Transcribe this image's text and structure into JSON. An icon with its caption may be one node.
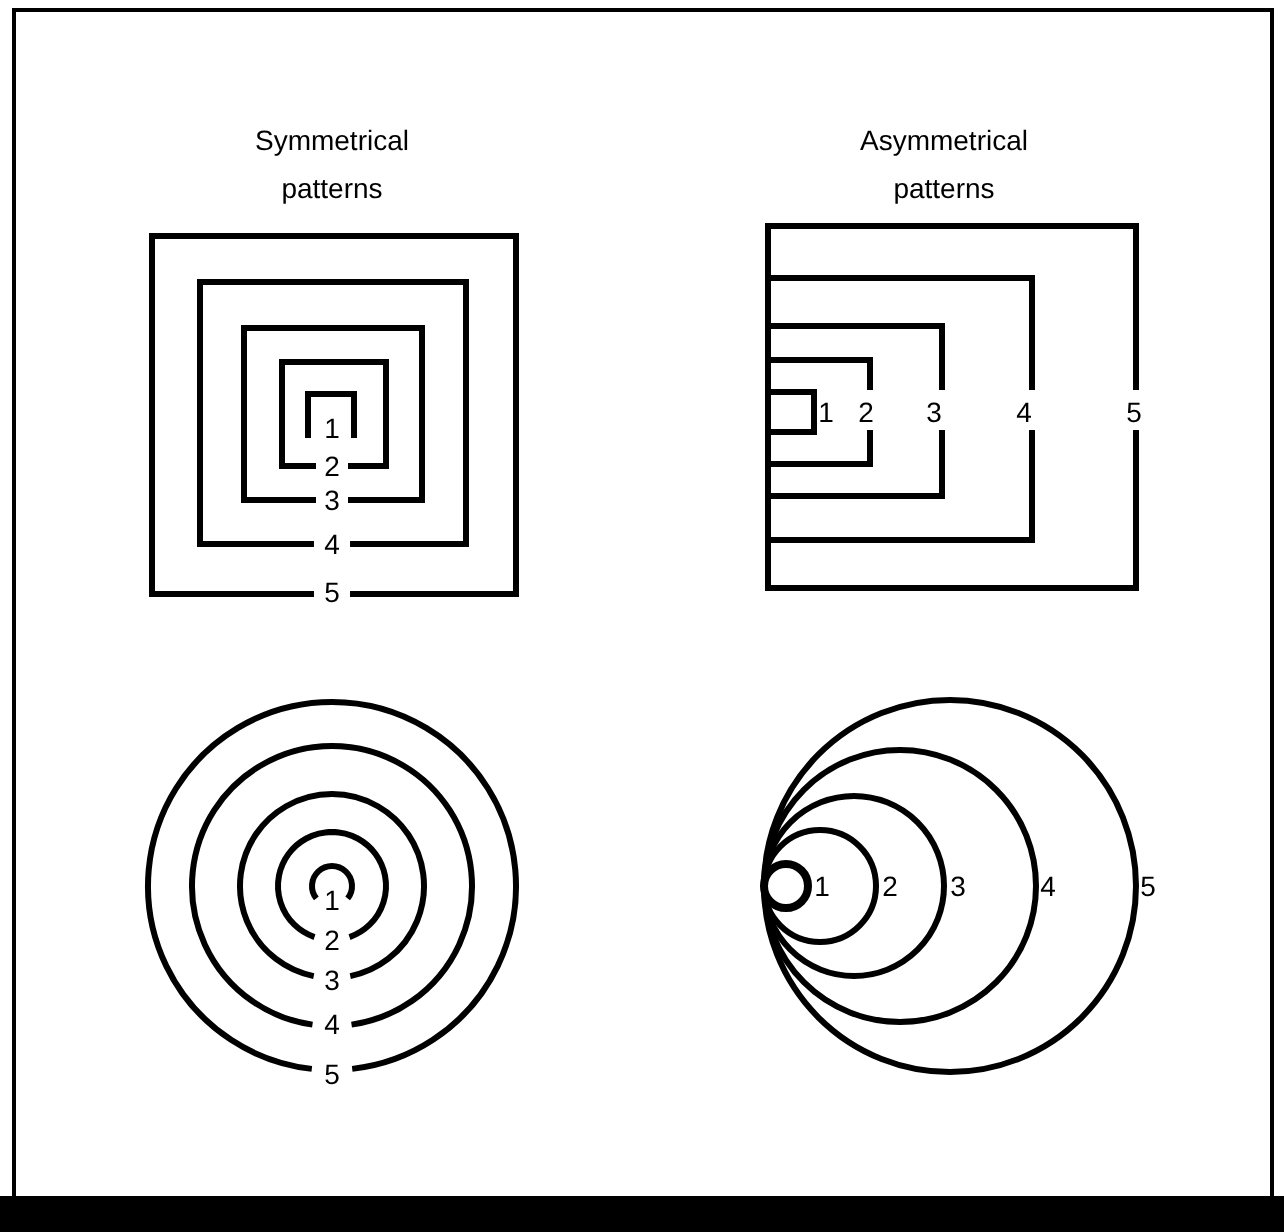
{
  "diagram": {
    "labels": [
      "Symmetrical patterns",
      "Asymmetrical patterns",
      "1",
      "2",
      "3",
      "4",
      "5",
      "1",
      "2",
      "3",
      "4",
      "5",
      "1",
      "2",
      "3",
      "4",
      "5",
      "1",
      "2",
      "3",
      "4",
      "5"
    ]
  }
}
